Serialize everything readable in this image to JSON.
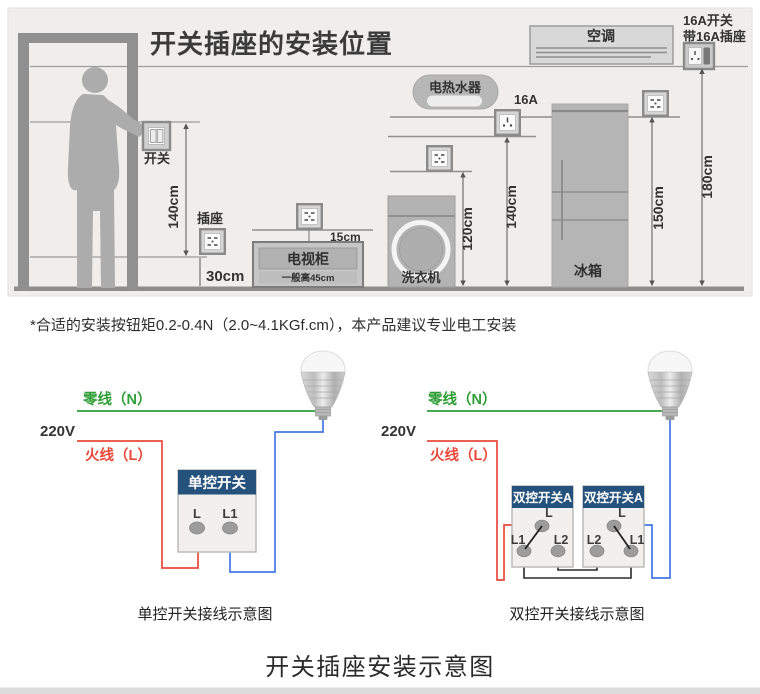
{
  "top": {
    "title": "开关插座的安装位置",
    "switch_label": "开关",
    "switch_height": "140cm",
    "socket_label": "插座",
    "socket_height": "30cm",
    "tv_socket_gap": "15cm",
    "tv_cabinet": "电视柜",
    "tv_cabinet_note": "一般高45cm",
    "washer": "洗衣机",
    "washer_socket_height": "120cm",
    "heater": "电热水器",
    "heater_socket_rating": "16A",
    "heater_socket_height": "140cm",
    "ac": "空调",
    "ac_socket_label_line1": "16A开关",
    "ac_socket_label_line2": "带16A插座",
    "ac_socket_height": "180cm",
    "fridge": "冰箱",
    "fridge_socket_height": "150cm"
  },
  "note": "*合适的安装按钮矩0.2-0.4N（2.0~4.1KGf.cm），本产品建议专业电工安装",
  "wiring_left": {
    "neutral": "零线（N）",
    "voltage": "220V",
    "live": "火线（L）",
    "switch_title": "单控开关",
    "terminal_l": "L",
    "terminal_l1": "L1",
    "caption": "单控开关接线示意图"
  },
  "wiring_right": {
    "neutral": "零线（N）",
    "voltage": "220V",
    "live": "火线（L）",
    "switch_a": "双控开关A",
    "switch_b": "双控开关A",
    "a_l": "L",
    "a_l1": "L1",
    "a_l2": "L2",
    "b_l": "L",
    "b_l2": "L2",
    "b_l1": "L1",
    "caption": "双控开关接线示意图"
  },
  "footer_title": "开关插座安装示意图",
  "colors": {
    "neutral_green": "#2f9e36",
    "live_red": "#e8493a",
    "load_blue": "#4577e3",
    "switch_header_navy": "#24527c",
    "scene_background": "#efeeec",
    "appliance_gray": "#b4b4b4"
  }
}
